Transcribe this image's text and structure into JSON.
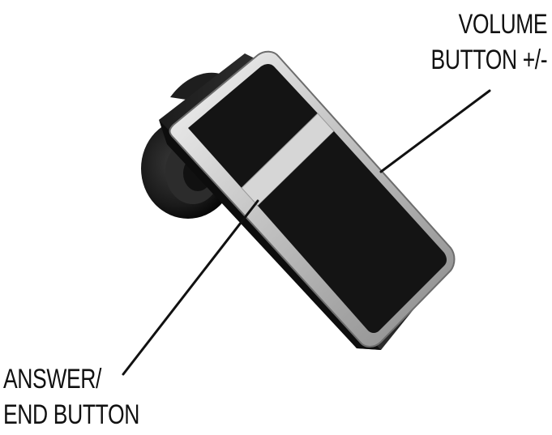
{
  "callouts": {
    "volume": {
      "line1": "VOLUME",
      "line2": "BUTTON +/-"
    },
    "answer": {
      "line1": "ANSWER/",
      "line2": "END BUTTON"
    }
  },
  "colors": {
    "panel": "#141414",
    "chrome": "#d9d9d9",
    "body": "#2a2a2a",
    "leader_line": "#111111"
  }
}
